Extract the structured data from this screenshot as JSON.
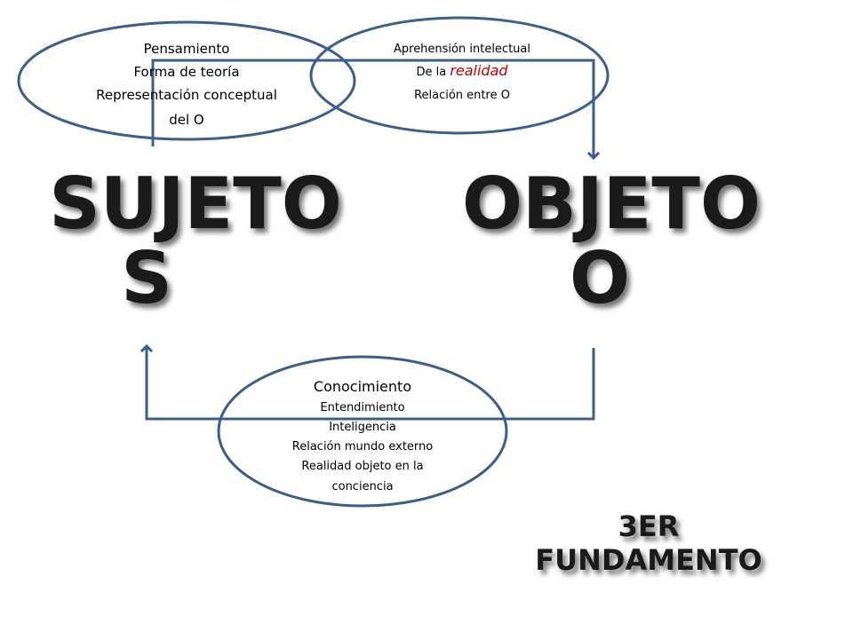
{
  "colors": {
    "line": "#3a5f8f",
    "accent": "#c00000",
    "headline": "#1a1a1a"
  },
  "subject": {
    "line1": "SUJETO",
    "line2": "S"
  },
  "object": {
    "line1": "OBJETO",
    "line2": "O"
  },
  "bubble_left": {
    "line1": "Pensamiento",
    "line2": "Forma de teoría",
    "line3": "Representación conceptual",
    "line4": "del O"
  },
  "bubble_right": {
    "line1": "Aprehensión intelectual",
    "line2_prefix": "De la ",
    "line2_highlight": "realidad",
    "line3": "Relación entre O"
  },
  "bubble_bottom": {
    "line1": "Conocimiento",
    "line2": "Entendimiento",
    "line3": "Inteligencia",
    "line4": "Relación mundo externo",
    "line5": "Realidad objeto en la",
    "line6": "conciencia"
  },
  "footer": {
    "line1": "3ER",
    "line2": "FUNDAMENTO"
  }
}
